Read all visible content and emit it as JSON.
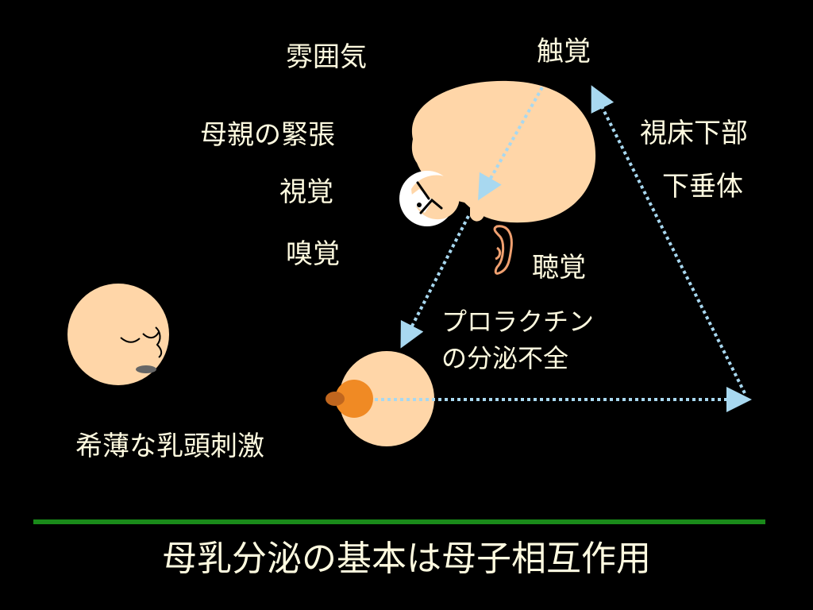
{
  "labels": {
    "atmosphere": "雰囲気",
    "touch": "触覚",
    "mother_tension": "母親の緊張",
    "hypothalamus": "視床下部",
    "pituitary": "下垂体",
    "vision": "視覚",
    "smell": "嗅覚",
    "hearing": "聴覚",
    "prolactin_line1": "プロラクチン",
    "prolactin_line2": "の分泌不全",
    "weak_nipple_stimulus": "希薄な乳頭刺激"
  },
  "footer": {
    "title": "母乳分泌の基本は母子相互作用"
  },
  "colors": {
    "background": "#000000",
    "text": "#fffbe0",
    "skin": "#ffd6a8",
    "arrow": "#a8d8f0",
    "nipple": "#f08a24",
    "divider": "#1a8a1a"
  },
  "icons": [
    "brain-icon",
    "eye-icon",
    "ear-icon",
    "baby-face-icon",
    "breast-icon"
  ]
}
